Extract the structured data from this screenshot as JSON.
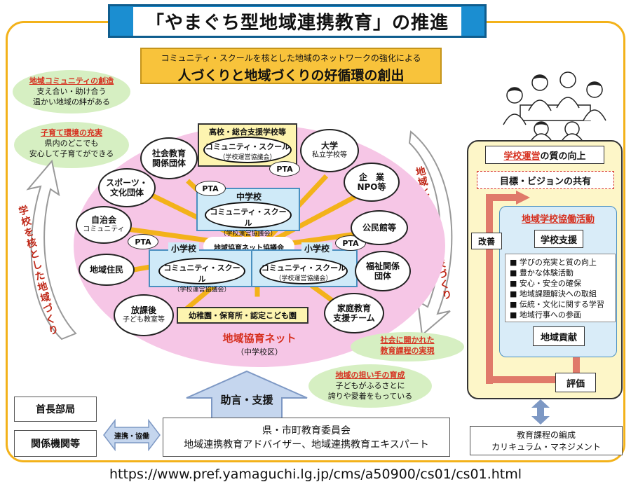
{
  "title": "「やまぐち型地域連携教育」の推進",
  "subtitle": {
    "line1": "コミュニティ・スクールを核とした地域のネットワークの強化による",
    "line2": "人づくりと地域づくりの好循環の創出"
  },
  "left_bubbles": [
    {
      "heading": "地域コミュニティの創造",
      "line1": "支え合い・助け合う",
      "line2": "温かい地域の絆がある"
    },
    {
      "heading": "子育て環境の充実",
      "line1": "県内のどこでも",
      "line2": "安心して子育てができる"
    }
  ],
  "right_bubbles": [
    {
      "heading": "社会に開かれた",
      "heading2": "教育課程の実現"
    },
    {
      "heading": "地域の担い手の育成",
      "line1": "子どもがふるさとに",
      "line2": "誇りや愛着をもっている"
    }
  ],
  "arrows": {
    "left_text": "学校を核とした地域づくり",
    "right_text": "地域とともにある学校づくり"
  },
  "network": {
    "label": "地域協育ネット",
    "sublabel": "（中学校区）",
    "center": "地域協育ネット協議会",
    "cs_title": "コミュニティ・スクール",
    "cs_sub": "（学校運営協議会）",
    "high_school": "高校・総合支援学校等",
    "middle_school": "中学校",
    "elementary": "小学校",
    "pta": "PTA",
    "kindergarten": "幼稚園・保育所・認定こども園"
  },
  "nodes": {
    "shakai_kyoiku": [
      "社会教育",
      "関係団体"
    ],
    "sports": [
      "スポーツ・",
      "文化団体"
    ],
    "jichikai": [
      "自治会",
      "コミュニティ"
    ],
    "jumin": "地域住民",
    "houkago": [
      "放課後",
      "子ども教室等"
    ],
    "daigaku": [
      "大学",
      "私立学校等"
    ],
    "kigyo": [
      "企　業",
      "NPO等"
    ],
    "kominkan": "公民館等",
    "fukushi": [
      "福祉関係",
      "団体"
    ],
    "katei": [
      "家庭教育",
      "支援チーム"
    ]
  },
  "bottom": {
    "advice": "助言・支援",
    "renkei": "連携・協働",
    "chocho": "首長部局",
    "kankei": "関係機関等",
    "iinkai_line1": "県・市町教育委員会",
    "iinkai_line2": "地域連携教育アドバイザー、地域連携教育エキスパート"
  },
  "right_panel": {
    "heading_red": "学校運営",
    "heading_rest": "の質の向上",
    "vision": "目標・ビジョンの共有",
    "kyodo": "地域学校協働活動",
    "shien": "学校支援",
    "kaizen": "改善",
    "items": [
      "学びの充実と質の向上",
      "豊かな体験活動",
      "安心・安全の確保",
      "地域課題解決への取組",
      "伝統・文化に関する学習",
      "地域行事への参画"
    ],
    "koken": "地域貢献",
    "hyoka": "評価",
    "curriculum_line1": "教育課程の編成",
    "curriculum_line2": "カリキュラム・マネジメント"
  },
  "source_url": "https://www.pref.yamaguchi.lg.jp/cms/a50900/cs01/cs01.html",
  "colors": {
    "accent": "#f3b21a",
    "title_blue": "#1b8ed1",
    "ellipse_pink": "#f6c6e6",
    "red": "#d6301f"
  }
}
